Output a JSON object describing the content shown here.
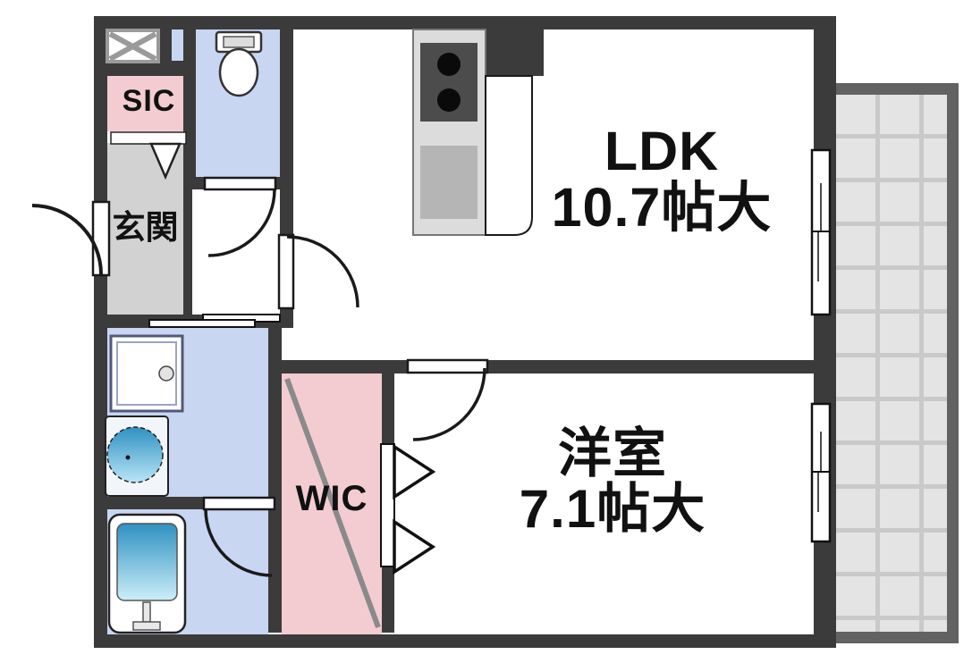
{
  "title": "floor-plan",
  "rooms": {
    "ldk": {
      "name": "LDK",
      "size": "10.7帖大"
    },
    "bedroom": {
      "name": "洋室",
      "size": "7.1帖大"
    },
    "wic": {
      "name": "WIC"
    },
    "sic": {
      "name": "SIC"
    },
    "genkan": {
      "name": "玄関"
    }
  },
  "fixtures": [
    "pipe-space",
    "toilet",
    "kitchen-stove",
    "kitchen-sink",
    "washing-machine-pan",
    "washbasin",
    "bathtub",
    "balcony",
    "sliding-window",
    "folding-door",
    "sliding-door"
  ],
  "colors": {
    "wall": "#3b3b3b",
    "wet_area_blue": "#c8d6f2",
    "closet_pink": "#f3ccd1",
    "genkan_gray": "#d2d2d2",
    "balcony_frame": "#626262",
    "balcony_floor": "#e4e4e4",
    "tub_blue": "#3193c4"
  }
}
